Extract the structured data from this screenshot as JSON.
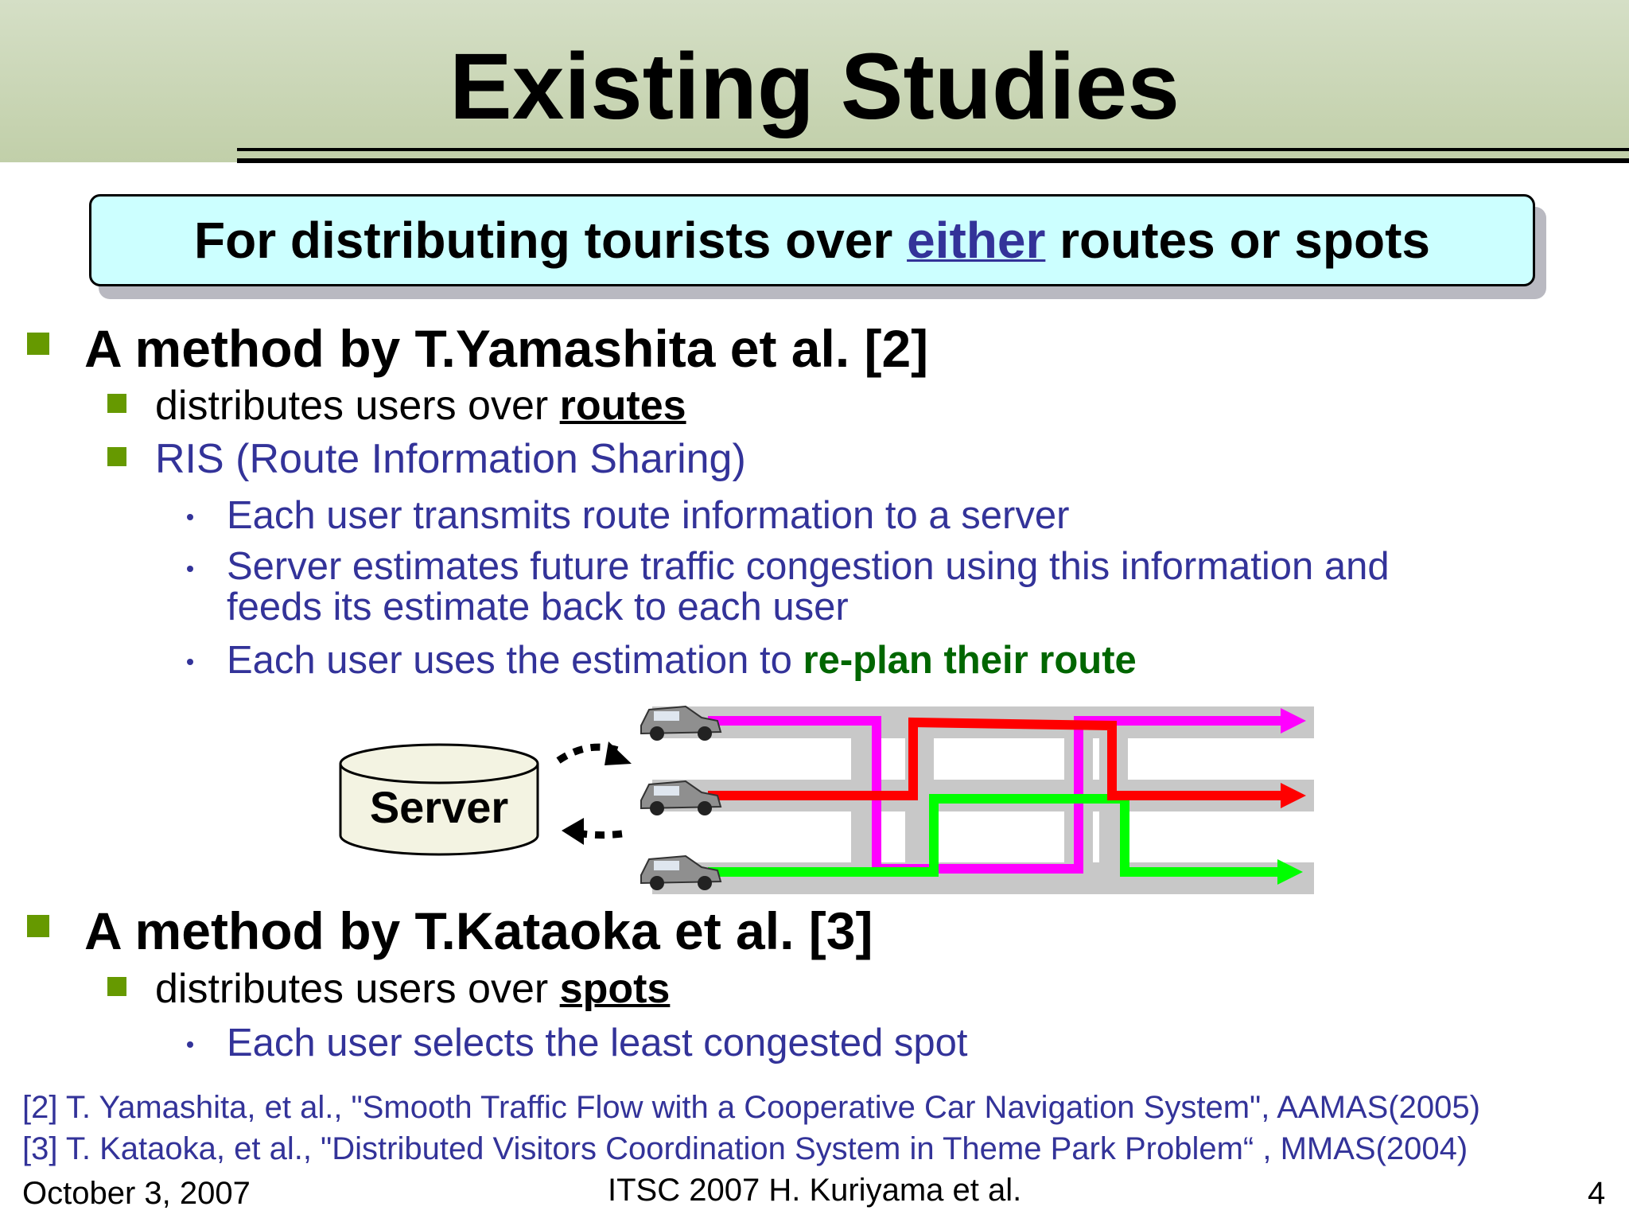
{
  "slide": {
    "title": "Existing Studies",
    "banner": {
      "prefix": "For distributing tourists over ",
      "emphasis": "either",
      "suffix": " routes or spots"
    },
    "sections": [
      {
        "heading": "A method by T.Yamashita et al. [2]",
        "point1_prefix": "distributes users over ",
        "point1_key": "routes",
        "point2": "RIS (Route Information Sharing)",
        "sub1": "Each user transmits route information to a server",
        "sub2_line1": "Server estimates future traffic congestion using this information and",
        "sub2_line2": "feeds its estimate back to each user",
        "sub3_prefix": "Each user uses the estimation to ",
        "sub3_key": "re-plan their route"
      },
      {
        "heading": "A method by T.Kataoka et al. [3]",
        "point1_prefix": "distributes users over ",
        "point1_key": "spots",
        "sub1": "Each user selects the least congested spot"
      }
    ],
    "diagram": {
      "server_label": "Server",
      "colors": {
        "magenta": "#ff00ff",
        "red": "#ff0000",
        "green": "#00ff00",
        "road": "#c8c8c8"
      }
    },
    "references": [
      "[2] T. Yamashita, et al., \"Smooth Traffic Flow with a Cooperative Car Navigation System\", AAMAS(2005)",
      "[3] T. Kataoka, et al., \"Distributed Visitors Coordination System in Theme Park Problem“ , MMAS(2004)"
    ],
    "footer": {
      "date": "October 3, 2007",
      "center": "ITSC 2007 H. Kuriyama et al.",
      "page": "4"
    }
  }
}
